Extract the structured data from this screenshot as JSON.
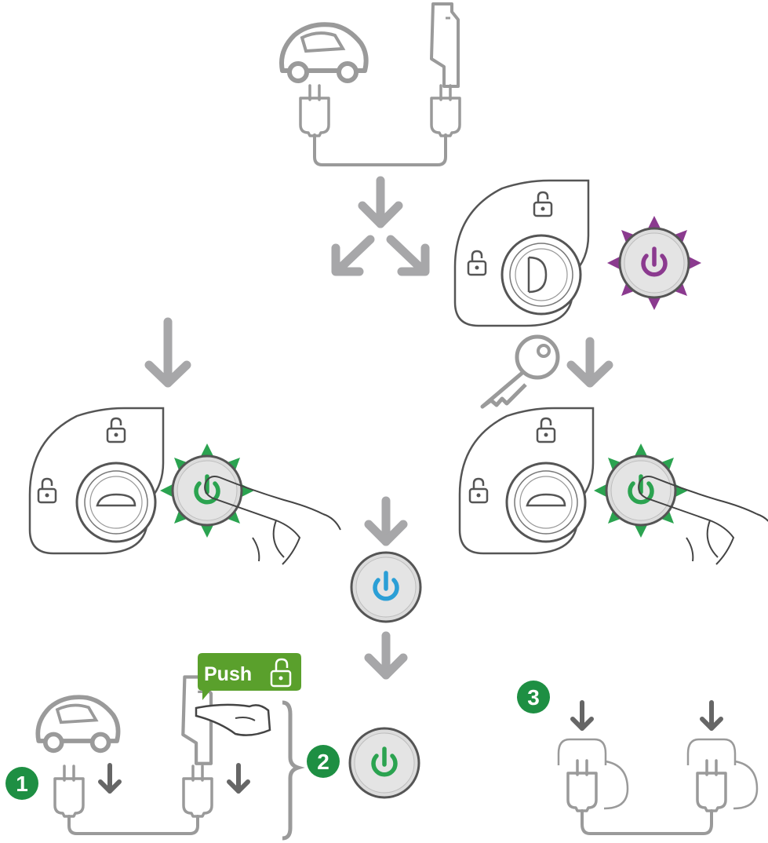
{
  "push_label": {
    "text": "Push",
    "background_color": "#5aa02c",
    "text_color": "#ffffff"
  },
  "step_badges": [
    {
      "number": "1"
    },
    {
      "number": "2"
    },
    {
      "number": "3"
    }
  ],
  "colors": {
    "line_gray": "#9a9a9a",
    "arrow_gray": "#a7a7a9",
    "standby_purple": "#8b3a8f",
    "active_green": "#2ba350",
    "ready_blue": "#2b9fd6",
    "button_face": "#dcdcdc",
    "step_badge_green": "#1e8f43"
  },
  "icons": [
    "car-icon",
    "charging-station-icon",
    "plug-icon",
    "padlock-icon",
    "key-icon",
    "power-button-icon",
    "finger-press-icon",
    "lock-cylinder-icon",
    "down-arrow-icon",
    "diagonal-arrow-icon"
  ]
}
